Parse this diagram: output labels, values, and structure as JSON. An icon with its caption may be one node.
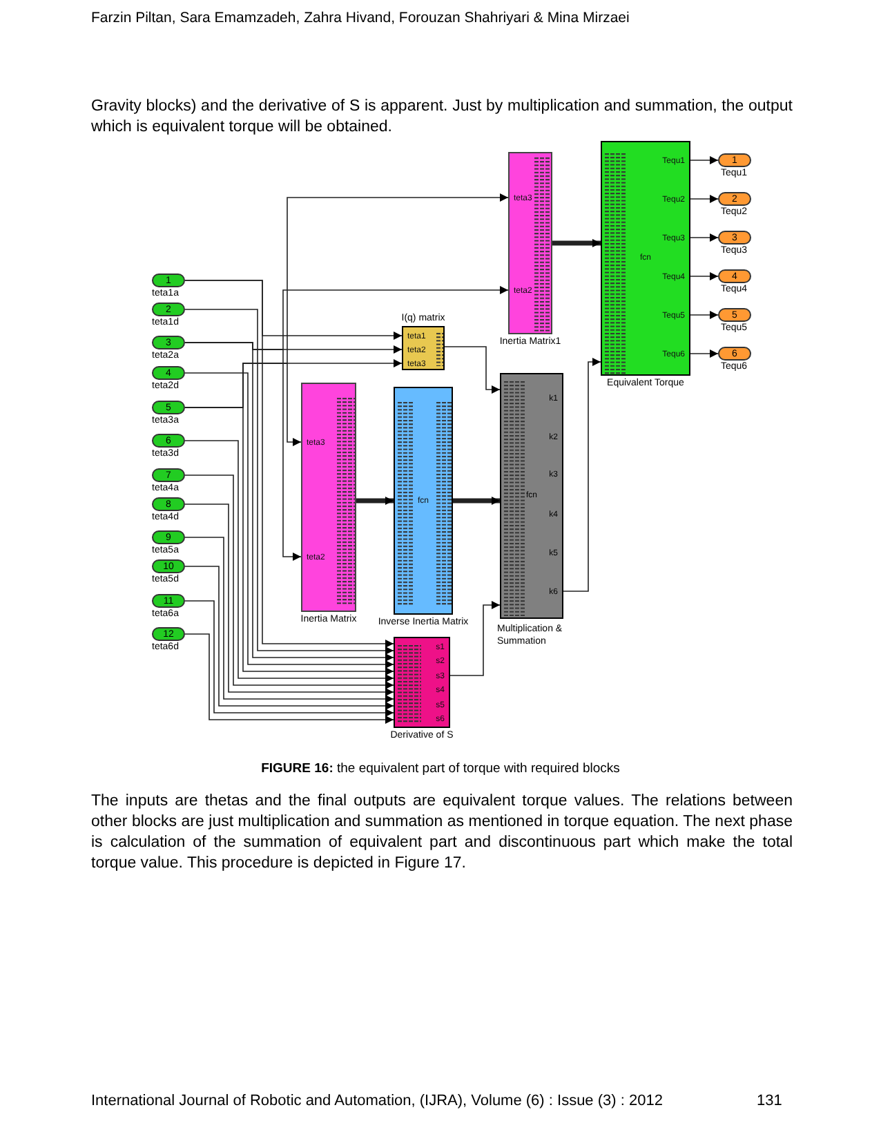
{
  "diagram": {
    "caption": "**FIGURE 16:** the equivalent part of torque with required blocks",
    "nodes": [
      {
        "text": [
          "1"
        ],
        "beside": [
          "teta1a"
        ]
      },
      {
        "text": [
          "2"
        ],
        "beside": [
          "teta1d"
        ]
      },
      {
        "text": [
          "3"
        ],
        "beside": [
          "teta2a"
        ]
      },
      {
        "text": [
          "4"
        ],
        "beside": [
          "teta2d"
        ]
      },
      {
        "text": [
          "5"
        ],
        "beside": [
          "teta3a"
        ]
      },
      {
        "text": [
          "6"
        ],
        "beside": [
          "teta3d"
        ]
      },
      {
        "text": [
          "7"
        ],
        "beside": [
          "teta4a"
        ]
      },
      {
        "text": [
          "8"
        ],
        "beside": [
          "teta4d"
        ]
      },
      {
        "text": [
          "9"
        ],
        "beside": [
          "teta5a"
        ]
      },
      {
        "text": [
          "10"
        ],
        "beside": [
          "teta5d"
        ]
      },
      {
        "text": [
          "11"
        ],
        "beside": [
          "teta6a"
        ]
      },
      {
        "text": [
          "12"
        ],
        "beside": [
          "teta6d"
        ]
      },
      {
        "text": [
          "teta1",
          "teta2",
          "teta3"
        ],
        "beside": [
          "I(q) matrix"
        ]
      },
      {
        "text": [
          "teta3",
          "teta2"
        ],
        "beside": [
          "Inertia Matrix1"
        ]
      },
      {
        "text": [
          "Tequ1",
          "Tequ2",
          "Tequ3",
          "fcn",
          "Tequ4",
          "Tequ5",
          "Tequ6"
        ],
        "beside": [
          "Equivalent Torque"
        ]
      },
      {
        "text": [
          "1"
        ],
        "beside": [
          "Tequ1"
        ]
      },
      {
        "text": [
          "2"
        ],
        "beside": [
          "Tequ2"
        ]
      },
      {
        "text": [
          "3"
        ],
        "beside": [
          "Tequ3"
        ]
      },
      {
        "text": [
          "4"
        ],
        "beside": [
          "Tequ4"
        ]
      },
      {
        "text": [
          "5"
        ],
        "beside": [
          "Tequ5"
        ]
      },
      {
        "text": [
          "6"
        ],
        "beside": [
          "Tequ6"
        ]
      },
      {
        "text": [
          "teta3",
          "teta2"
        ],
        "beside": [
          "Inertia Matrix"
        ]
      },
      {
        "text": [
          "fcn"
        ],
        "beside": [
          "Inverse Inertia Matrix"
        ]
      },
      {
        "text": [
          "k1",
          "k2",
          "k3",
          "fcn",
          "k4",
          "k5",
          "k6"
        ],
        "beside": [
          "Multiplication & Summation"
        ]
      },
      {
        "text": [
          "s1",
          "s2",
          "s3",
          "s4",
          "s5",
          "s6"
        ],
        "beside": [
          "Derivative of S"
        ]
      }
    ],
    "edges": [
      {
        "from": 0,
        "to": 12,
        "arrow": "to"
      },
      {
        "from": 2,
        "to": 12,
        "arrow": "to"
      },
      {
        "from": 4,
        "to": 12,
        "arrow": "to"
      },
      {
        "from": 4,
        "to": 13,
        "arrow": "to"
      },
      {
        "from": 4,
        "to": 21,
        "arrow": "to"
      },
      {
        "from": 2,
        "to": 13,
        "arrow": "to"
      },
      {
        "from": 2,
        "to": 21,
        "arrow": "to"
      },
      {
        "from": 0,
        "to": 24,
        "arrow": "to"
      },
      {
        "from": 1,
        "to": 24,
        "arrow": "to"
      },
      {
        "from": 2,
        "to": 24,
        "arrow": "to"
      },
      {
        "from": 3,
        "to": 24,
        "arrow": "to"
      },
      {
        "from": 4,
        "to": 24,
        "arrow": "to"
      },
      {
        "from": 5,
        "to": 24,
        "arrow": "to"
      },
      {
        "from": 6,
        "to": 24,
        "arrow": "to"
      },
      {
        "from": 7,
        "to": 24,
        "arrow": "to"
      },
      {
        "from": 8,
        "to": 24,
        "arrow": "to"
      },
      {
        "from": 9,
        "to": 24,
        "arrow": "to"
      },
      {
        "from": 10,
        "to": 24,
        "arrow": "to"
      },
      {
        "from": 11,
        "to": 24,
        "arrow": "to"
      },
      {
        "from": 21,
        "to": 22,
        "arrow": "to",
        "style": "thick"
      },
      {
        "from": 22,
        "to": 23,
        "arrow": "to",
        "style": "thick"
      },
      {
        "from": 24,
        "to": 23,
        "arrow": "to"
      },
      {
        "from": 12,
        "to": 23,
        "arrow": "to"
      },
      {
        "from": 13,
        "to": 14,
        "arrow": "to",
        "style": "thick"
      },
      {
        "from": 23,
        "to": 14,
        "arrow": "to"
      },
      {
        "from": 14,
        "to": 15,
        "arrow": "to"
      },
      {
        "from": 14,
        "to": 16,
        "arrow": "to"
      },
      {
        "from": 14,
        "to": 17,
        "arrow": "to"
      },
      {
        "from": 14,
        "to": 18,
        "arrow": "to"
      },
      {
        "from": 14,
        "to": 19,
        "arrow": "to"
      },
      {
        "from": 14,
        "to": 20,
        "arrow": "to"
      }
    ],
    "labels": [
      "Farzin Piltan, Sara Emamzadeh, Zahra Hivand, Forouzan Shahriyari & Mina Mirzaei",
      "Gravity blocks) and the derivative of S is apparent. Just by multiplication and summation, the output which is equivalent torque will be obtained.",
      "The inputs are thetas and the final outputs are equivalent torque values. The relations between other blocks are just multiplication and summation as mentioned in torque equation. The next phase is calculation of the summation of equivalent part and discontinuous part which make the total torque value. This procedure is depicted in Figure 17.",
      "International Journal of Robotic and Automation, (IJRA), Volume (6) : Issue (3) : 2012",
      "131"
    ]
  }
}
